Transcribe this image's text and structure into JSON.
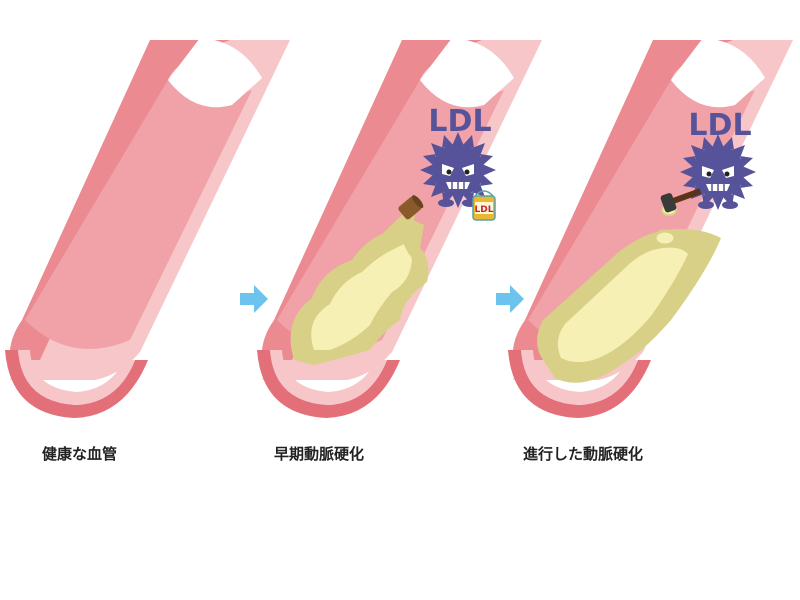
{
  "stages": [
    {
      "caption": "健康な血管"
    },
    {
      "caption": "早期動脈硬化",
      "virus_label": "LDL",
      "bucket_label": "LDL"
    },
    {
      "caption": "進行した動脈硬化",
      "virus_label": "LDL"
    }
  ],
  "colors": {
    "vessel_outer": "#ec8a92",
    "vessel_lumen": "#f0a2a8",
    "vessel_rim": "#f7c6c8",
    "vessel_edge": "#e36f79",
    "plaque_outer": "#d8d086",
    "plaque_inner": "#f7f0b4",
    "virus": "#56539a",
    "arrow": "#6cc4ee"
  }
}
